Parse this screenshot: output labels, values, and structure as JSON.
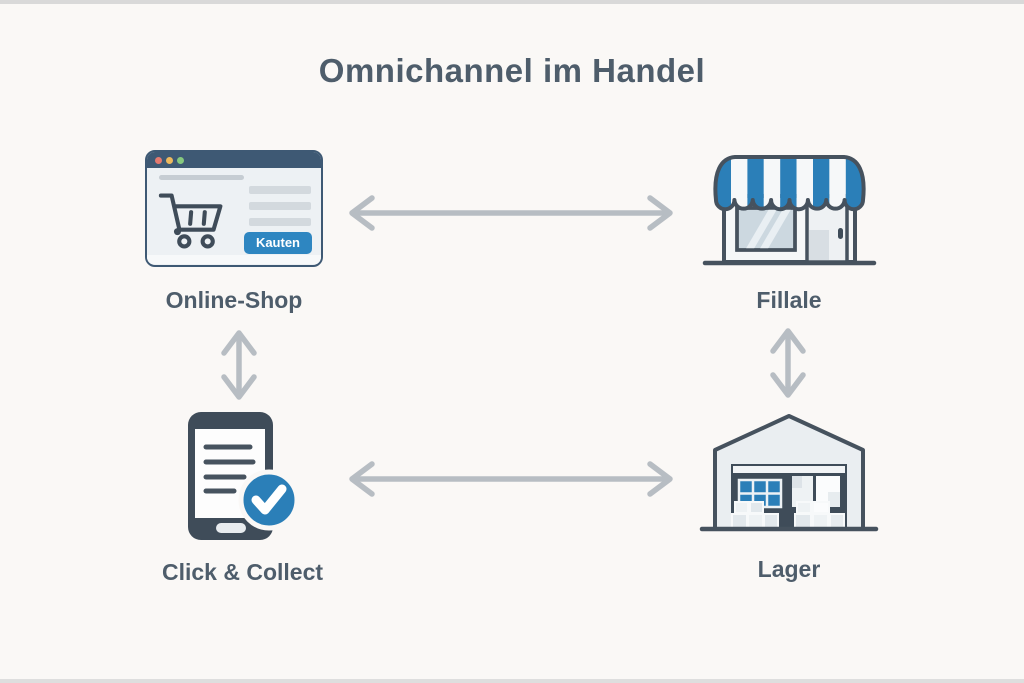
{
  "title": "Omnichannel im Handel",
  "colors": {
    "background": "#faf8f6",
    "outline_slate": "#46525e",
    "text_slate": "#4e5d6b",
    "accent_blue": "#2b7fb8",
    "button_blue": "#2e86c1",
    "arrow_gray": "#b7bdc3",
    "browser_titlebar": "#3e5974"
  },
  "nodes": {
    "online_shop": {
      "label": "Online-Shop",
      "button_label": "Kauten",
      "icon": "browser-shopping-cart-icon"
    },
    "store": {
      "label": "Fillale",
      "icon": "storefront-awning-icon"
    },
    "click_collect": {
      "label": "Click & Collect",
      "icon": "phone-checkmark-icon"
    },
    "warehouse": {
      "label": "Lager",
      "icon": "warehouse-icon"
    }
  },
  "connections": [
    {
      "from": "online_shop",
      "to": "store",
      "type": "bidirectional"
    },
    {
      "from": "online_shop",
      "to": "click_collect",
      "type": "bidirectional"
    },
    {
      "from": "store",
      "to": "warehouse",
      "type": "bidirectional"
    },
    {
      "from": "click_collect",
      "to": "warehouse",
      "type": "bidirectional"
    }
  ]
}
